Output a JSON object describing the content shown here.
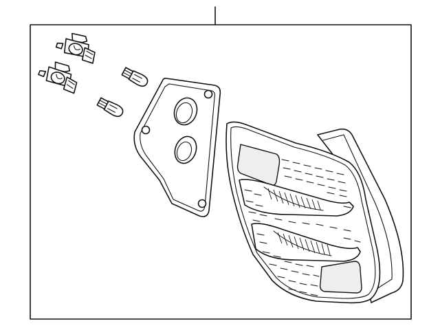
{
  "diagram": {
    "parts": [
      {
        "id": "tail-lamp-assembly",
        "kind": "assembly"
      },
      {
        "id": "gasket",
        "kind": "seal"
      },
      {
        "id": "socket-upper",
        "kind": "bulb-socket"
      },
      {
        "id": "socket-lower",
        "kind": "bulb-socket"
      },
      {
        "id": "bulb-upper",
        "kind": "wedge-bulb"
      },
      {
        "id": "bulb-lower",
        "kind": "wedge-bulb"
      }
    ],
    "colors": {
      "line": "#111111",
      "background": "#ffffff",
      "glass": "#eeeeee"
    }
  }
}
